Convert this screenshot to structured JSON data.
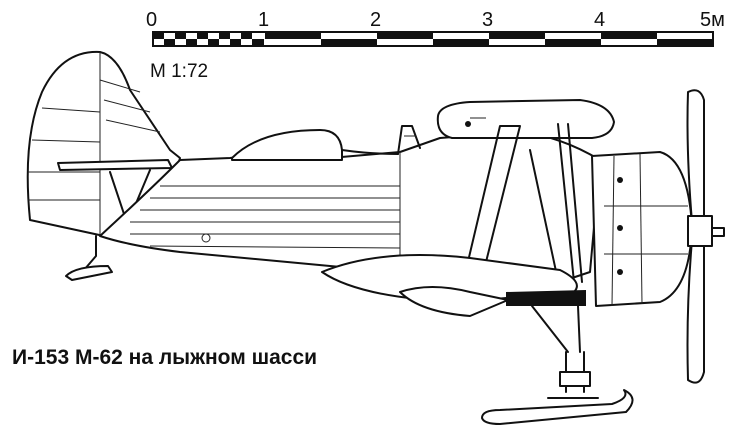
{
  "scale": {
    "ticks": [
      "0",
      "1",
      "2",
      "3",
      "4",
      "5м"
    ],
    "ratio_label": "М 1:72"
  },
  "caption": "И-153 М-62 на лыжном шасси",
  "colors": {
    "ink": "#111111",
    "paper": "#ffffff"
  }
}
